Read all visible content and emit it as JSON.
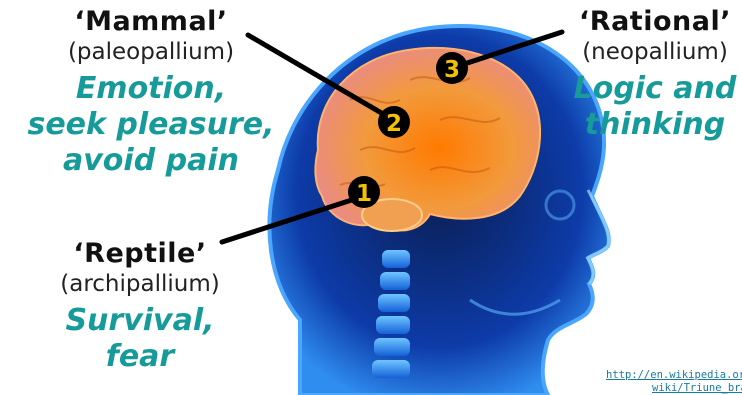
{
  "mammal": {
    "title": "‘Mammal’",
    "latin": "(paleopallium)",
    "role_lines": [
      "Emotion,",
      "seek pleasure,",
      "avoid pain"
    ],
    "marker": "2"
  },
  "rational": {
    "title": "‘Rational’",
    "latin": "(neopallium)",
    "role_lines": [
      "Logic and",
      "thinking"
    ],
    "marker": "3"
  },
  "reptile": {
    "title": "‘Reptile’",
    "latin": "(archipallium)",
    "role_lines": [
      "Survival,",
      "fear"
    ],
    "marker": "1"
  },
  "source": {
    "line1": "http://en.wikipedia.or",
    "line2": "wiki/Triune_bra"
  },
  "colors": {
    "role_text": "#169a9a",
    "marker_fill": "#000000",
    "marker_text": "#f2c200",
    "brain": "#f08a2a",
    "head": "#1f6fd6"
  }
}
